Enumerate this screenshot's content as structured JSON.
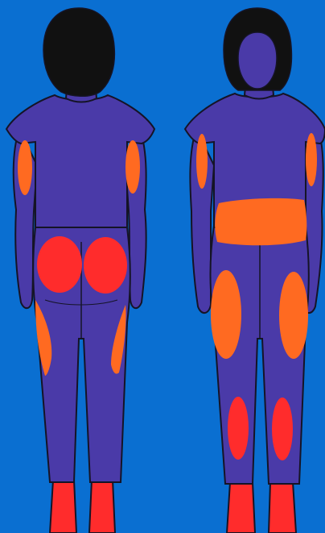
{
  "colors": {
    "background": "#0a6fd1",
    "figure_fill": "#4a3aa8",
    "outline": "#151426",
    "hair": "#111111",
    "zone_orange": "#ff6a21",
    "zone_red": "#ff2c2c"
  },
  "figures": [
    {
      "view": "back",
      "zones": [
        {
          "region": "left-upper-arm",
          "color": "zone_orange"
        },
        {
          "region": "right-upper-arm",
          "color": "zone_orange"
        },
        {
          "region": "left-buttock",
          "color": "zone_red"
        },
        {
          "region": "right-buttock",
          "color": "zone_red"
        },
        {
          "region": "left-outer-thigh",
          "color": "zone_orange"
        },
        {
          "region": "right-outer-thigh",
          "color": "zone_orange"
        },
        {
          "region": "left-ankle",
          "color": "zone_red"
        },
        {
          "region": "right-ankle",
          "color": "zone_red"
        }
      ]
    },
    {
      "view": "front",
      "zones": [
        {
          "region": "left-upper-arm",
          "color": "zone_orange"
        },
        {
          "region": "right-upper-arm",
          "color": "zone_orange"
        },
        {
          "region": "waist-band",
          "color": "zone_orange"
        },
        {
          "region": "left-outer-thigh",
          "color": "zone_orange"
        },
        {
          "region": "right-outer-thigh",
          "color": "zone_orange"
        },
        {
          "region": "left-knee",
          "color": "zone_red"
        },
        {
          "region": "right-knee",
          "color": "zone_red"
        },
        {
          "region": "left-ankle",
          "color": "zone_red"
        },
        {
          "region": "right-ankle",
          "color": "zone_red"
        }
      ]
    }
  ]
}
